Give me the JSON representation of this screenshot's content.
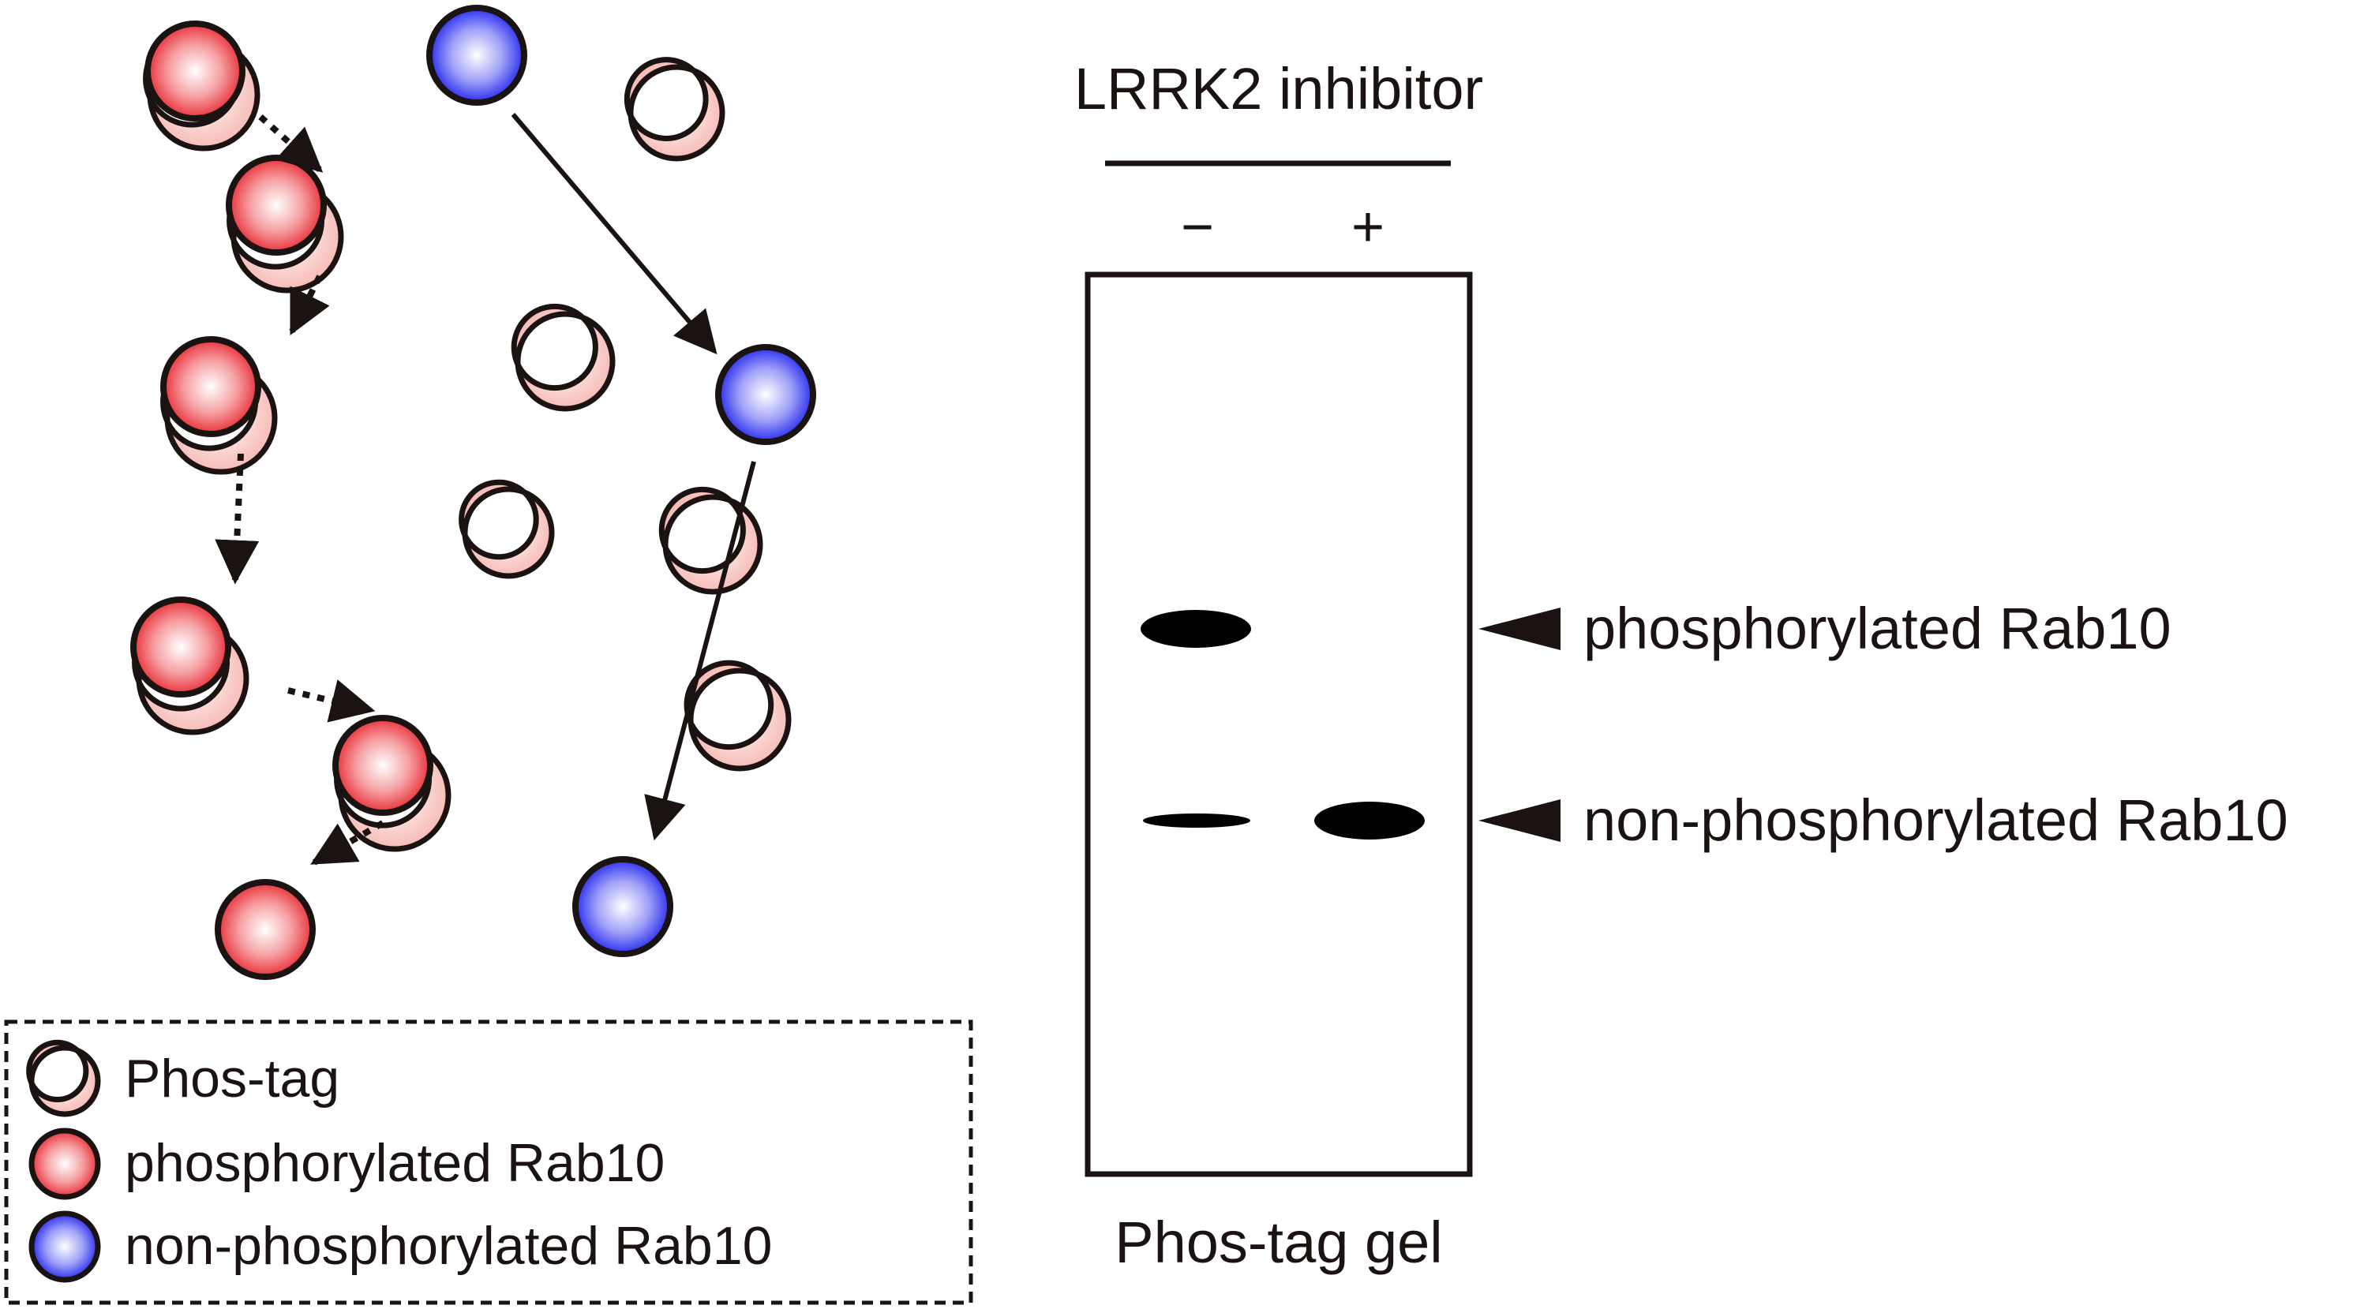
{
  "legend": {
    "items": [
      {
        "label": "Phos-tag",
        "icon": "phos-tag-icon"
      },
      {
        "label": "phosphorylated Rab10",
        "icon": "red-sphere-icon"
      },
      {
        "label": "non-phosphorylated Rab10",
        "icon": "blue-sphere-icon"
      }
    ]
  },
  "gel": {
    "header": "LRRK2 inhibitor",
    "lanes": [
      "−",
      "+"
    ],
    "caption": "Phos-tag gel",
    "bands": [
      {
        "name": "phosphorylated Rab10",
        "lane_minus": "strong",
        "lane_plus": "absent"
      },
      {
        "name": "non-phosphorylated Rab10",
        "lane_minus": "faint",
        "lane_plus": "strong"
      }
    ],
    "markers": [
      {
        "label": "phosphorylated Rab10"
      },
      {
        "label": "non-phosphorylated Rab10"
      }
    ]
  },
  "colors": {
    "outline": "#1a1311",
    "phos_tag_fill": "#f9c9c4",
    "phospho_rab10": "#e8323a",
    "nonphospho_rab10": "#2b2ef0"
  }
}
